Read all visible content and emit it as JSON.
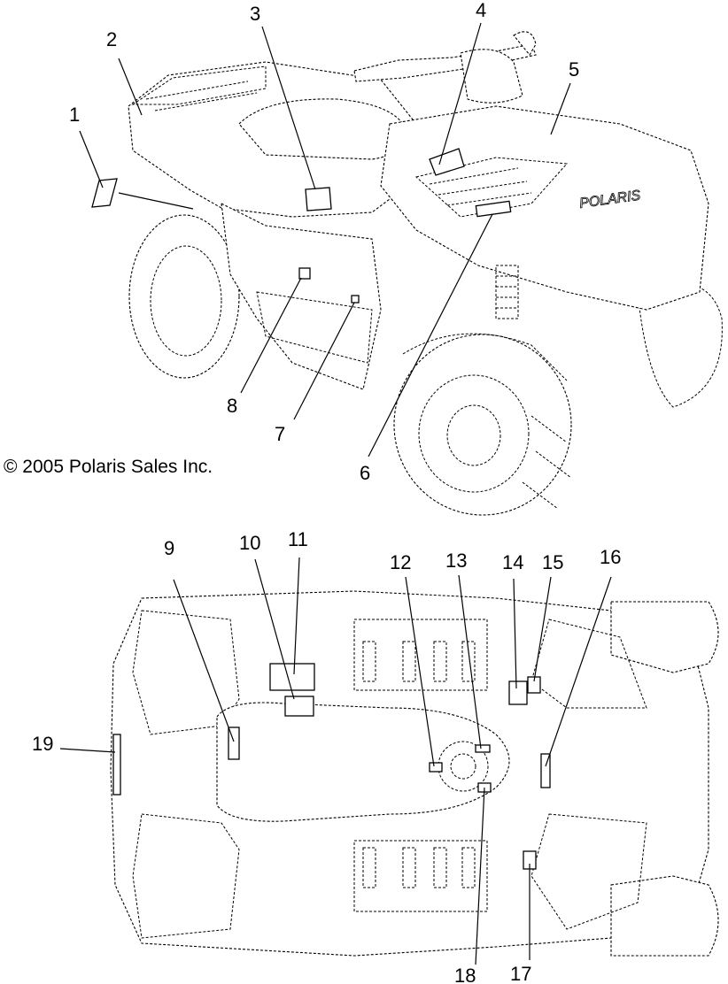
{
  "copyright": "© 2005 Polaris Sales Inc.",
  "fender_text": "POLARIS",
  "callouts": {
    "c1": "1",
    "c2": "2",
    "c3": "3",
    "c4": "4",
    "c5": "5",
    "c6": "6",
    "c7": "7",
    "c8": "8",
    "c9": "9",
    "c10": "10",
    "c11": "11",
    "c12": "12",
    "c13": "13",
    "c14": "14",
    "c15": "15",
    "c16": "16",
    "c17": "17",
    "c18": "18",
    "c19": "19"
  }
}
